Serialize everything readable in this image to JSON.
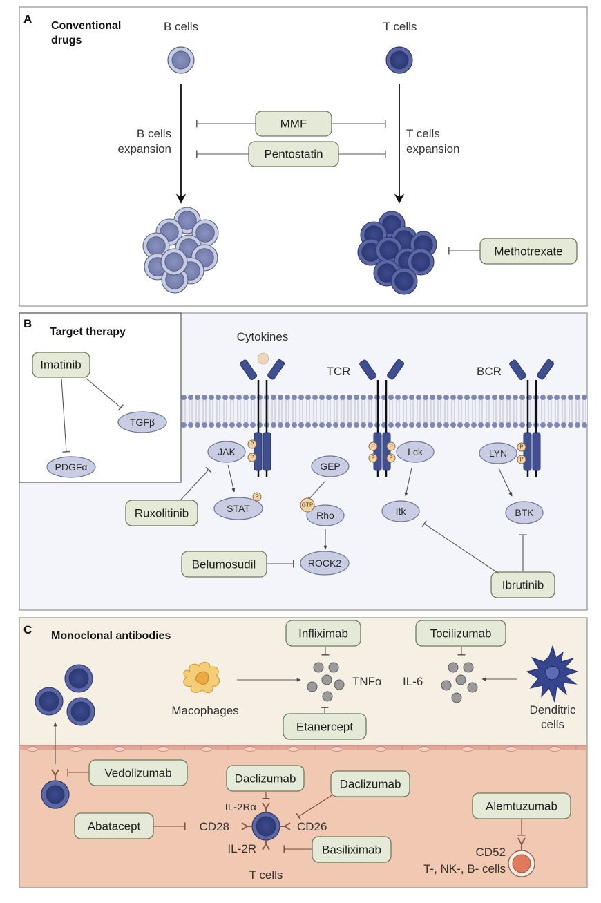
{
  "panel_a": {
    "letter": "A",
    "title_line1": "Conventional",
    "title_line2": "drugs",
    "b_cells_label": "B cells",
    "t_cells_label": "T cells",
    "b_expansion_line1": "B cells",
    "b_expansion_line2": "expansion",
    "t_expansion_line1": "T cells",
    "t_expansion_line2": "expansion",
    "drugs": [
      "MMF",
      "Pentostatin",
      "Methotrexate"
    ]
  },
  "panel_b": {
    "letter": "B",
    "inset_title": "Target therapy",
    "imatinib": "Imatinib",
    "tgfb": "TGFβ",
    "pdgfa": "PDGFα",
    "receptors": {
      "cytokines": "Cytokines",
      "tcr": "TCR",
      "bcr": "BCR"
    },
    "proteins": {
      "jak": "JAK",
      "stat": "STAT",
      "gep": "GEP",
      "rho": "Rho",
      "rock2": "ROCK2",
      "lck": "Lck",
      "itk": "Itk",
      "lyn": "LYN",
      "btk": "BTK"
    },
    "phospho": "P",
    "gtp": "GTP",
    "drugs": {
      "ruxolitinib": "Ruxolitinib",
      "belumosudil": "Belumosudil",
      "ibrutinib": "Ibrutinib"
    }
  },
  "panel_c": {
    "letter": "C",
    "title": "Monoclonal antibodies",
    "macrophages": "Macophages",
    "tnfa": "TNFα",
    "il6": "IL-6",
    "dendritic_line1": "Denditric",
    "dendritic_line2": "cells",
    "il2ra": "IL-2Rα",
    "cd28": "CD28",
    "cd26": "CD26",
    "il2r": "IL-2R",
    "t_cells": "T cells",
    "cd52": "CD52",
    "tnkb_cells": "T-, NK-, B- cells",
    "drugs": {
      "infliximab": "Infliximab",
      "etanercept": "Etanercept",
      "tocilizumab": "Tocilizumab",
      "vedolizumab": "Vedolizumab",
      "daclizumab_1": "Daclizumab",
      "daclizumab_2": "Daclizumab",
      "abatacept": "Abatacept",
      "basiliximab": "Basiliximab",
      "alemtuzumab": "Alemtuzumab"
    }
  },
  "colors": {
    "b_cell_fill": "#8e96be",
    "t_cell_fill": "#3b4a8a",
    "drug_box": "#e4ead7",
    "protein": "#c9cde3",
    "panel_b_bg": "#f4f5fa",
    "panel_c_top_bg": "#f6efe4",
    "panel_c_bottom_bg": "#f1c9b2"
  }
}
